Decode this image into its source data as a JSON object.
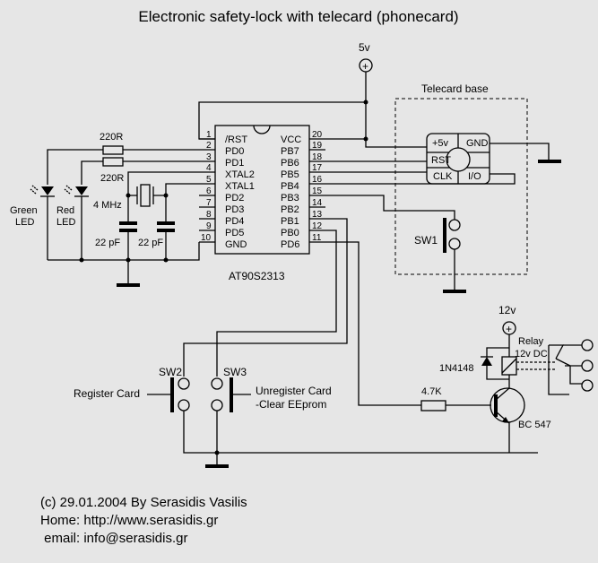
{
  "title": "Electronic safety-lock with telecard (phonecard)",
  "supply": {
    "v5": "5v",
    "v12": "12v",
    "plus": "+"
  },
  "chip": {
    "name": "AT90S2313",
    "left_pins": [
      {
        "num": "1",
        "label": "/RST"
      },
      {
        "num": "2",
        "label": "PD0"
      },
      {
        "num": "3",
        "label": "PD1"
      },
      {
        "num": "4",
        "label": "XTAL2"
      },
      {
        "num": "5",
        "label": "XTAL1"
      },
      {
        "num": "6",
        "label": "PD2"
      },
      {
        "num": "7",
        "label": "PD3"
      },
      {
        "num": "8",
        "label": "PD4"
      },
      {
        "num": "9",
        "label": "PD5"
      },
      {
        "num": "10",
        "label": "GND"
      }
    ],
    "right_pins": [
      {
        "num": "20",
        "label": "VCC"
      },
      {
        "num": "19",
        "label": "PB7"
      },
      {
        "num": "18",
        "label": "PB6"
      },
      {
        "num": "17",
        "label": "PB5"
      },
      {
        "num": "16",
        "label": "PB4"
      },
      {
        "num": "15",
        "label": "PB3"
      },
      {
        "num": "14",
        "label": "PB2"
      },
      {
        "num": "13",
        "label": "PB1"
      },
      {
        "num": "12",
        "label": "PB0"
      },
      {
        "num": "11",
        "label": "PD6"
      }
    ]
  },
  "telecard": {
    "title": "Telecard base",
    "pins": [
      "+5v",
      "GND",
      "RST",
      "CLK",
      "I/O"
    ]
  },
  "resistors": {
    "r1": "220R",
    "r2": "220R",
    "r3": "4.7K"
  },
  "leds": {
    "green": [
      "Green",
      "LED"
    ],
    "red": [
      "Red",
      "LED"
    ]
  },
  "crystal": "4 MHz",
  "caps": [
    "22 pF",
    "22 pF"
  ],
  "switches": {
    "sw1": "SW1",
    "sw2": "SW2",
    "sw3": "SW3"
  },
  "buttons": {
    "register": "Register Card",
    "unregister": [
      "Unregister Card",
      "-Clear EEprom"
    ]
  },
  "relay": {
    "label": [
      "Relay",
      "12v DC"
    ],
    "diode": "1N4148",
    "transistor": "BC 547"
  },
  "footer": [
    "(c) 29.01.2004 By Serasidis Vasilis",
    "Home: http://www.serasidis.gr",
    " email: info@serasidis.gr"
  ]
}
